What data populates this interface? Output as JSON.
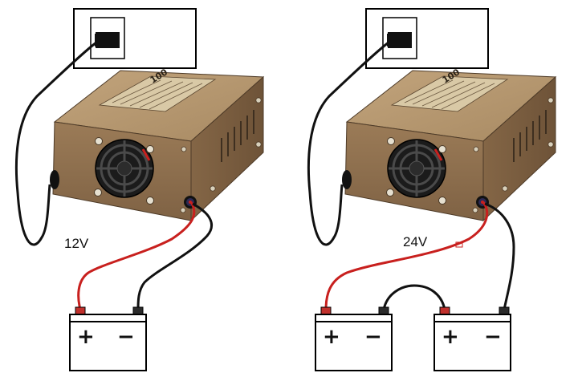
{
  "diagram": {
    "setups": [
      {
        "voltage_label": "12V",
        "charger_model_text": "100",
        "batteries": [
          {
            "positive_symbol": "+",
            "negative_symbol": "−"
          }
        ]
      },
      {
        "voltage_label": "24V",
        "charger_model_text": "100",
        "batteries": [
          {
            "positive_symbol": "+",
            "negative_symbol": "−"
          },
          {
            "positive_symbol": "+",
            "negative_symbol": "−"
          }
        ]
      }
    ],
    "colors": {
      "charger_front": "#8e6f4e",
      "charger_top": "#b4966f",
      "charger_side": "#7a5e40",
      "red_wire": "#c8201e",
      "black_wire": "#111111",
      "terminal_positive": "#c0302c",
      "terminal_negative": "#2b2b2b"
    },
    "icons": [
      "wall-socket-icon",
      "power-plug-icon",
      "cooling-fan-icon",
      "battery-icon"
    ]
  }
}
